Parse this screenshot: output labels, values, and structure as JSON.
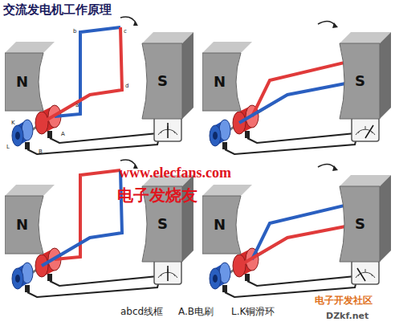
{
  "diagram": {
    "title": "交流发电机工作原理",
    "nodes": [
      {
        "text": [
          "N"
        ]
      },
      {
        "text": [
          "S"
        ]
      },
      {
        "text": [
          "N"
        ]
      },
      {
        "text": [
          "S"
        ]
      },
      {
        "text": [
          "N"
        ]
      },
      {
        "text": [
          "S"
        ]
      },
      {
        "text": [
          "N"
        ]
      },
      {
        "text": [
          "S"
        ]
      }
    ],
    "labels": [
      "a",
      "b",
      "c",
      "d",
      "A",
      "B",
      "L",
      "K",
      "www.elecfans.com",
      "电子发烧友",
      "abcd线框",
      "A.B电刷",
      "L.K铜滑环",
      "电子开发社区",
      "DZkf.net"
    ]
  }
}
